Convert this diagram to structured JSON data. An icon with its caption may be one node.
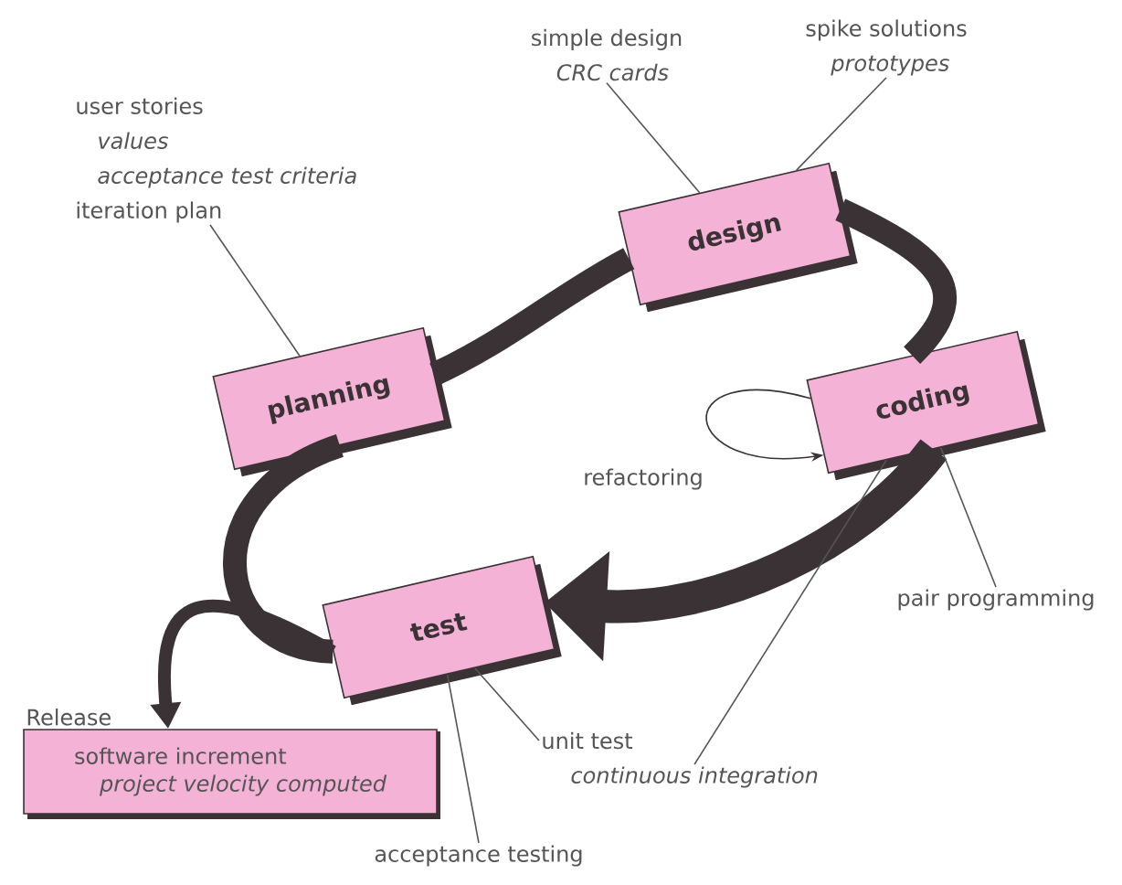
{
  "diagram": {
    "nodes": [
      {
        "text": [
          "planning"
        ]
      },
      {
        "text": [
          "design"
        ]
      },
      {
        "text": [
          "coding"
        ]
      },
      {
        "text": [
          "test"
        ]
      },
      {
        "text": [
          "Release",
          "software increment",
          "project velocity computed"
        ]
      },
      {
        "text": [
          "user stories",
          "values",
          "acceptance test criteria",
          "iteration plan"
        ]
      },
      {
        "text": [
          "simple design",
          "CRC cards"
        ]
      },
      {
        "text": [
          "spike solutions",
          "prototypes"
        ]
      },
      {
        "text": [
          "pair programming"
        ]
      },
      {
        "text": [
          "unit test"
        ]
      },
      {
        "text": [
          "continuous integration"
        ]
      },
      {
        "text": [
          "acceptance testing"
        ]
      }
    ],
    "edges": [
      {
        "from": 0,
        "to": 1,
        "arrow": "none",
        "style": "thick"
      },
      {
        "from": 1,
        "to": 2,
        "arrow": "none",
        "style": "thick"
      },
      {
        "from": 2,
        "to": 3,
        "arrow": "to",
        "style": "thick"
      },
      {
        "from": 3,
        "to": 0,
        "arrow": "none",
        "style": "thick"
      },
      {
        "from": 3,
        "to": 4,
        "arrow": "to",
        "style": "thick"
      },
      {
        "from": 2,
        "to": 2,
        "arrow": "to",
        "label": "refactoring"
      },
      {
        "from": 5,
        "to": 0,
        "arrow": "none"
      },
      {
        "from": 6,
        "to": 1,
        "arrow": "none"
      },
      {
        "from": 7,
        "to": 1,
        "arrow": "none"
      },
      {
        "from": 8,
        "to": 2,
        "arrow": "none"
      },
      {
        "from": 9,
        "to": 3,
        "arrow": "none"
      },
      {
        "from": 10,
        "to": 2,
        "arrow": "none"
      },
      {
        "from": 11,
        "to": 3,
        "arrow": "none"
      }
    ]
  }
}
